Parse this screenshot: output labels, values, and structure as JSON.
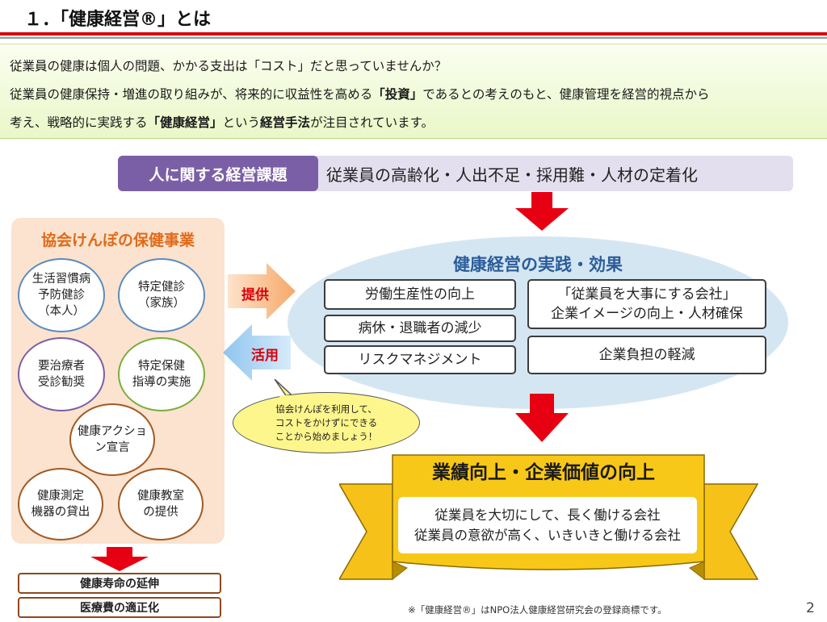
{
  "header": {
    "title": "１．「健康経営®」とは"
  },
  "intro": {
    "line1": "従業員の健康は個人の問題、かかる支出は「コスト」だと思っていませんか？",
    "line2_pre": "従業員の健康保持・増進の取り組みが、将来的に収益性を高める",
    "line2_bold": "「投資」",
    "line2_post": "であるとの考えのもと、健康管理を経営的視点から",
    "line3_pre": "考え、戦略的に実践する",
    "line3_bold1": "「健康経営」",
    "line3_mid": "という",
    "line3_bold2": "経営手法",
    "line3_post": "が注目されています。"
  },
  "issue": {
    "label": "人に関する経営課題",
    "text": "従業員の高齢化・人出不足・採用難・人材の定着化"
  },
  "kyokai": {
    "title": "協会けんぽの保健事業",
    "circles": [
      "生活習慣病\n予防健診\n（本人）",
      "特定健診\n（家族）",
      "要治療者\n受診勧奨",
      "特定保健\n指導の実施",
      "健康アクショ\nン宣言",
      "健康測定\n機器の貸出",
      "健康教室\nの提供"
    ]
  },
  "arrows": {
    "provide": "提供",
    "utilize": "活用"
  },
  "practice": {
    "title": "健康経営の実践・効果",
    "items_left": [
      "労働生産性の向上",
      "病休・退職者の減少",
      "リスクマネジメント"
    ],
    "item_right_top": "「従業員を大事にする会社」\n企業イメージの向上・人材確保",
    "item_right_bottom": "企業負担の軽減"
  },
  "bubble": {
    "text": "協会けんぽを利用して、\nコストをかけずにできる\nことから始めましょう！"
  },
  "result": {
    "title": "業績向上・企業価値の向上",
    "line1": "従業員を大切にして、長く働ける会社",
    "line2": "従業員の意欲が高く、いきいきと働ける会社"
  },
  "outcomes": [
    "健康寿命の延伸",
    "医療費の適正化"
  ],
  "footnote": "※「健康経営®」はNPO法人健康経営研究会の登録商標です。",
  "page_number": "2",
  "colors": {
    "title_red_line": "#d9000d",
    "intro_green": "#eaf7c8",
    "issue_purple": "#7b5fa6",
    "arrow_red": "#e60012",
    "kyokai_orange": "#e06a1a",
    "oval_blue": "#d5e6f3",
    "ribbon_gold": "#f6c21a"
  }
}
